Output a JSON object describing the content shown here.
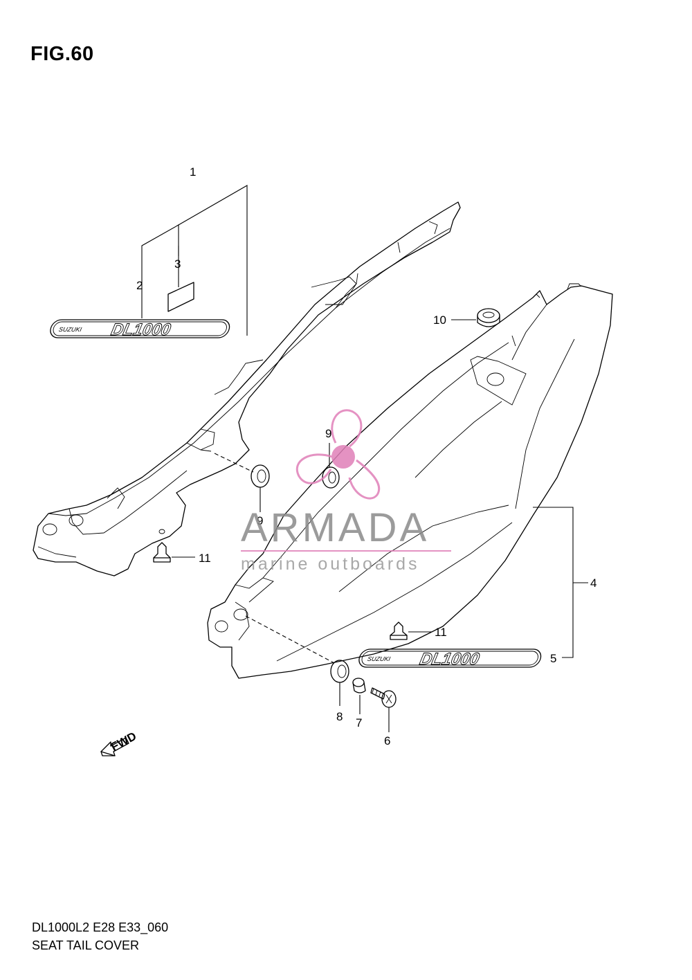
{
  "figure": {
    "title": "FIG.60",
    "code": "DL1000L2 E28 E33_060",
    "name": "SEAT TAIL COVER"
  },
  "callouts": [
    "1",
    "2",
    "3",
    "4",
    "5",
    "6",
    "7",
    "8",
    "9",
    "9",
    "10",
    "11",
    "11"
  ],
  "emblem": {
    "brand": "SUZUKI",
    "model": "DL1000"
  },
  "arrow_label": "FWD",
  "watermark": {
    "title": "ARMADA",
    "subtitle": "marine outboards",
    "colors": {
      "logo": "#e07fb8",
      "text": "#8a8a8a"
    }
  }
}
